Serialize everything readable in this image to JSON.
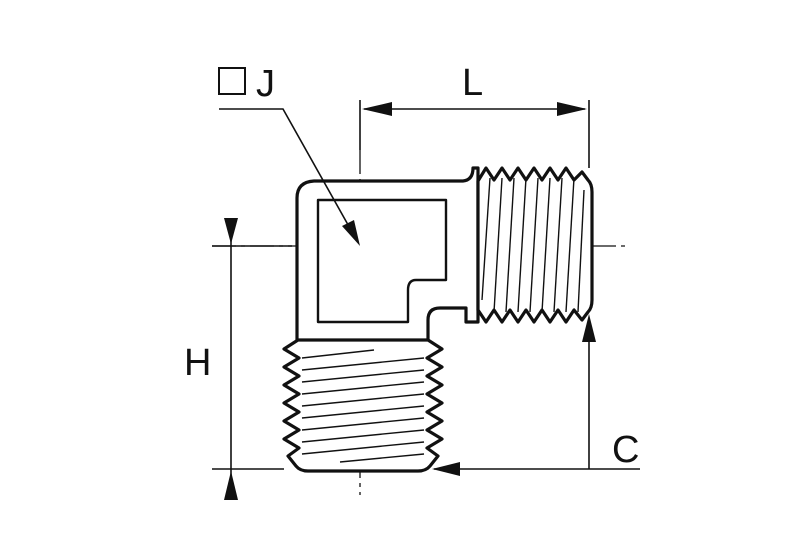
{
  "labels": {
    "L": "L",
    "J": "J",
    "H": "H",
    "C": "C"
  },
  "colors": {
    "line": "#111111",
    "background": "#ffffff"
  }
}
